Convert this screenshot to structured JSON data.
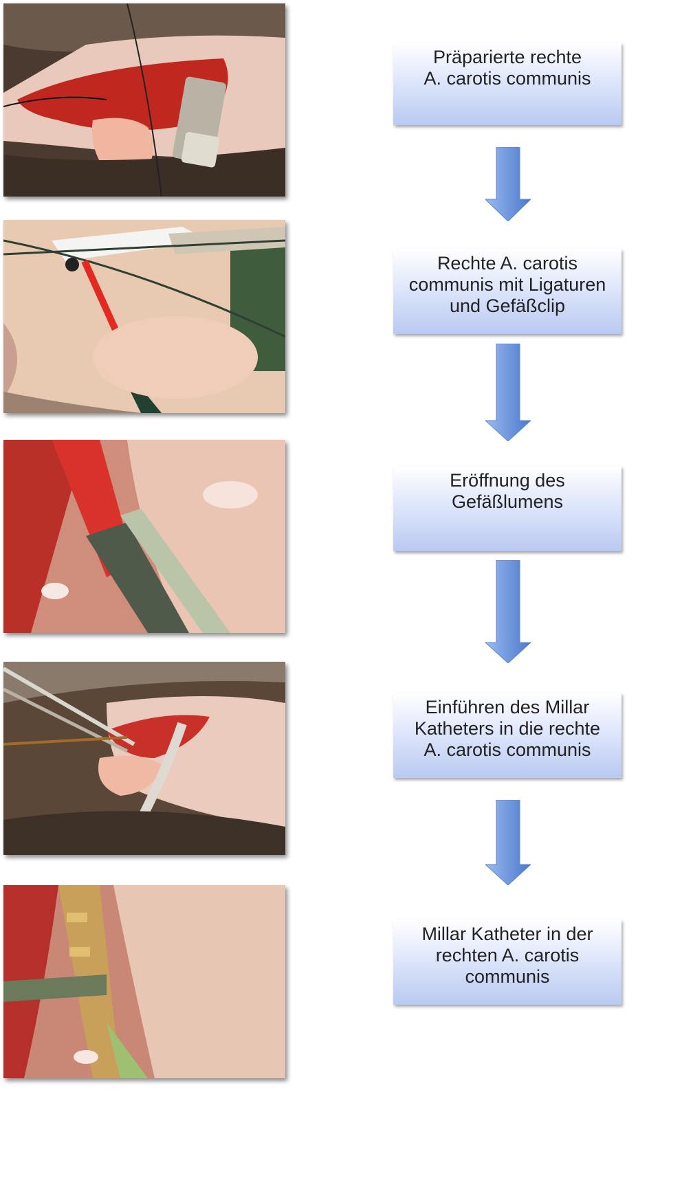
{
  "steps": [
    {
      "label": "Präparierte rechte\nA. carotis communis"
    },
    {
      "label": "Rechte A. carotis\ncommunis mit Ligaturen\nund Gefäßclip"
    },
    {
      "label": "Eröffnung des\nGefäßlumens"
    },
    {
      "label": "Einführen des Millar\nKatheters in die rechte\nA. carotis communis"
    },
    {
      "label": "Millar Katheter in der\nrechten A. carotis\ncommunis"
    }
  ],
  "colors": {
    "box_top": "#ffffff",
    "box_bottom": "#b9c9f1",
    "arrow_light": "#8fb0e8",
    "arrow_dark": "#4f7fcf",
    "tissue_red": "#c02a22",
    "fur_dark": "#3a2e26",
    "skin_pink": "#e8c2b0"
  },
  "photos": [
    "surgical-photo-prepared-artery",
    "surgical-photo-ligatures-clip",
    "surgical-photo-vessel-opening",
    "surgical-photo-catheter-insertion",
    "surgical-photo-catheter-in-artery"
  ]
}
